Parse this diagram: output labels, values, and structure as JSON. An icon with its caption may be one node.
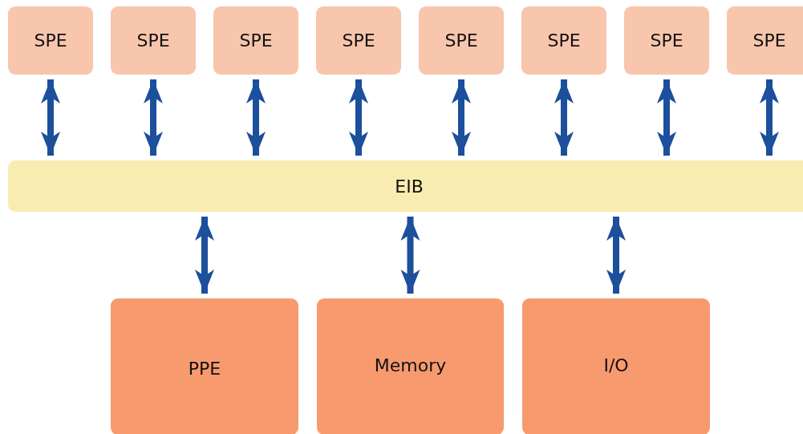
{
  "diagram": {
    "nodes": [
      {
        "text": [
          "SPE"
        ]
      },
      {
        "text": [
          "SPE"
        ]
      },
      {
        "text": [
          "SPE"
        ]
      },
      {
        "text": [
          "SPE"
        ]
      },
      {
        "text": [
          "SPE"
        ]
      },
      {
        "text": [
          "SPE"
        ]
      },
      {
        "text": [
          "SPE"
        ]
      },
      {
        "text": [
          "SPE"
        ]
      },
      {
        "text": [
          "EIB"
        ]
      },
      {
        "text": [
          "PPE"
        ]
      },
      {
        "text": [
          "Memory"
        ]
      },
      {
        "text": [
          "I/O"
        ]
      }
    ],
    "edges": [
      {
        "from": 0,
        "to": 8,
        "arrow": "both"
      },
      {
        "from": 1,
        "to": 8,
        "arrow": "both"
      },
      {
        "from": 2,
        "to": 8,
        "arrow": "both"
      },
      {
        "from": 3,
        "to": 8,
        "arrow": "both"
      },
      {
        "from": 4,
        "to": 8,
        "arrow": "both"
      },
      {
        "from": 5,
        "to": 8,
        "arrow": "both"
      },
      {
        "from": 6,
        "to": 8,
        "arrow": "both"
      },
      {
        "from": 7,
        "to": 8,
        "arrow": "both"
      },
      {
        "from": 8,
        "to": 9,
        "arrow": "both"
      },
      {
        "from": 8,
        "to": 10,
        "arrow": "both"
      },
      {
        "from": 8,
        "to": 11,
        "arrow": "both"
      }
    ]
  }
}
